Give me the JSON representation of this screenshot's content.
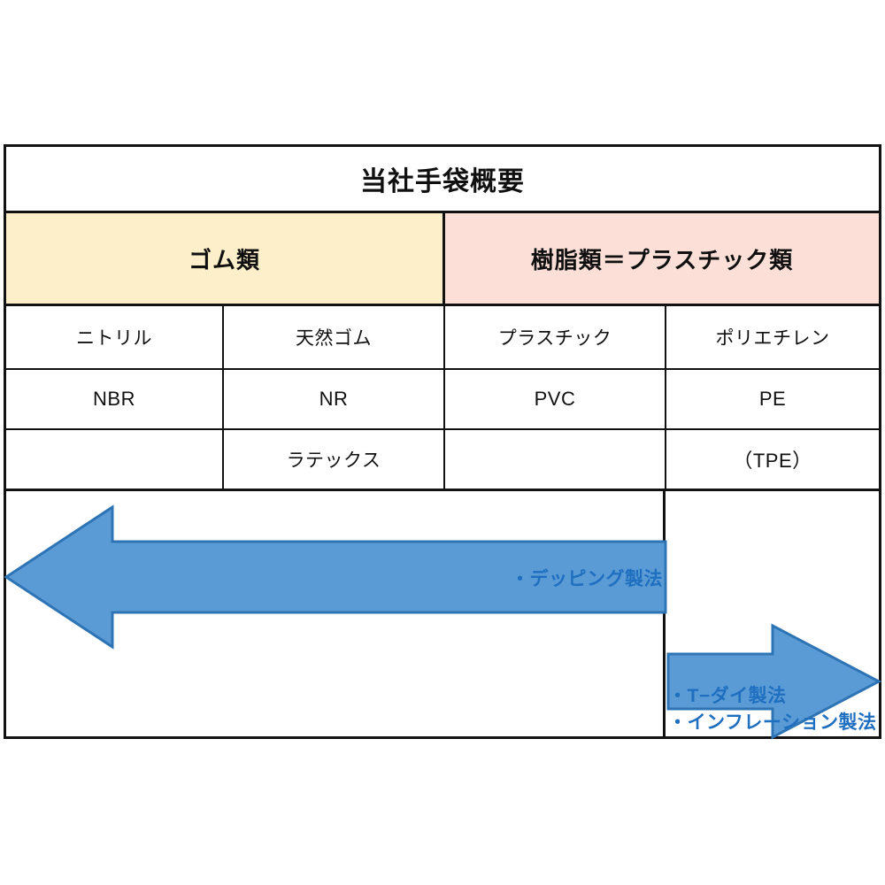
{
  "figure": {
    "title": "当社手袋概要",
    "category_headers": [
      {
        "label": "ゴム類",
        "color": "#FDEFC9"
      },
      {
        "label": "樹脂類＝プラスチック類",
        "color": "#FCE0D8"
      }
    ],
    "columns": [
      "ニトリル",
      "天然ゴム",
      "プラスチック",
      "ポリエチレン"
    ],
    "rows": [
      [
        "ニトリル",
        "天然ゴム",
        "プラスチック",
        "ポリエチレン"
      ],
      [
        "NBR",
        "NR",
        "PVC",
        "PE"
      ],
      [
        "",
        "ラテックス",
        "",
        "（TPE）"
      ]
    ],
    "annotations": {
      "dipping": "・デッピング製法",
      "t_die": "・T−ダイ製法",
      "inflation": "・インフレーション製法"
    },
    "arrows": [
      {
        "name": "left-arrow",
        "direction": "left",
        "fill": "#5B9BD5",
        "stroke": "#2E74B5"
      },
      {
        "name": "right-arrow",
        "direction": "right",
        "fill": "#5B9BD5",
        "stroke": "#2E74B5"
      }
    ],
    "colors": {
      "border": "#121212",
      "arrow_fill": "#5B9BD5",
      "arrow_stroke": "#2E74B5",
      "label_text": "#1F6FC0",
      "rubber_bg": "#FDEFC9",
      "resin_bg": "#FCE0D8"
    }
  }
}
